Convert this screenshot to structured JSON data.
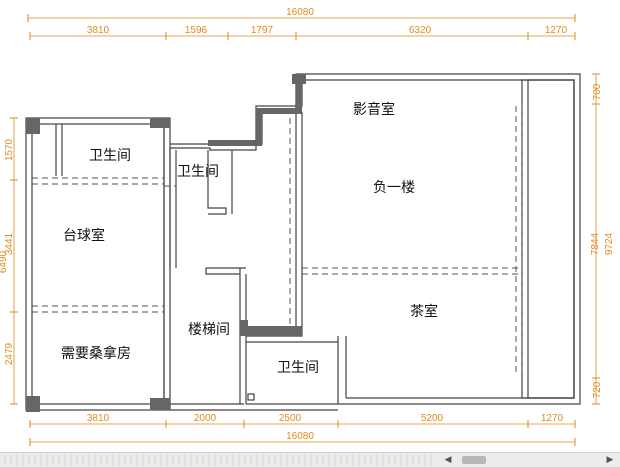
{
  "dimensions": {
    "top_total": "16080",
    "top_segments": [
      "3810",
      "1596",
      "1797",
      "6320",
      "1270"
    ],
    "bottom_segments": [
      "3810",
      "2000",
      "2500",
      "5200",
      "1270"
    ],
    "bottom_total": "16080",
    "left_segments": [
      "1570",
      "3441",
      "2479"
    ],
    "left_overlap": "6490",
    "right_segments": [
      "700",
      "7844",
      "720"
    ],
    "right_total": "9724"
  },
  "rooms": {
    "bathroom_left": "卫生间",
    "bathroom_mid": "卫生间",
    "billiards": "台球室",
    "sauna": "需要桑拿房",
    "stairs": "楼梯间",
    "bathroom_bottom": "卫生间",
    "theater": "影音室",
    "basement": "负一楼",
    "tea_room": "茶室"
  },
  "status_bar": {
    "scroll_left_icon": "arrow-left-icon",
    "scroll_right_icon": "arrow-right-icon"
  }
}
